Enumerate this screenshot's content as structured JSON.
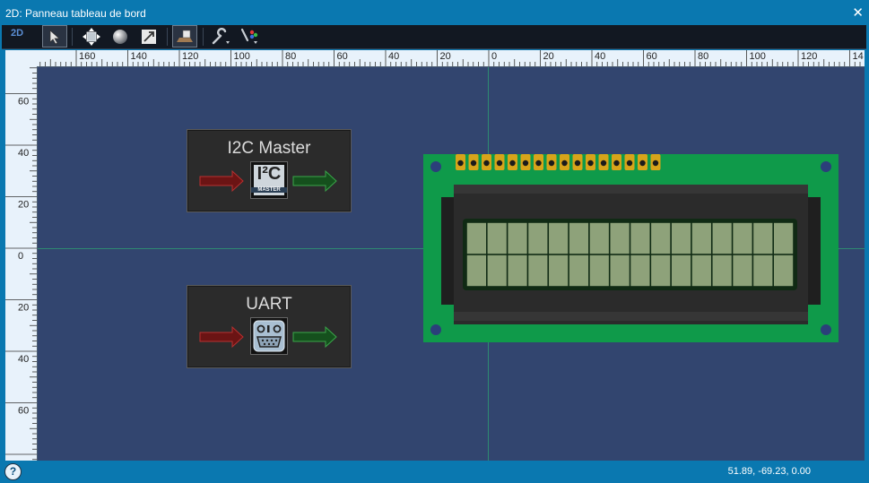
{
  "window": {
    "title": "2D: Panneau tableau de bord",
    "close_glyph": "✕"
  },
  "toolbar": {
    "mode_label": "2D",
    "tools": [
      {
        "name": "select-arrow-icon",
        "selected": true
      },
      {
        "name": "move-icon",
        "selected": false
      },
      {
        "name": "sphere-icon",
        "selected": false
      },
      {
        "name": "resize-icon",
        "selected": false
      },
      {
        "name": "layers-icon",
        "selected": false
      },
      {
        "name": "wrench-icon",
        "selected": false
      },
      {
        "name": "paint-brush-icon",
        "selected": false
      }
    ]
  },
  "ruler": {
    "top_labels": [
      "160",
      "140",
      "120",
      "100",
      "80",
      "60",
      "40",
      "20",
      "0",
      "20",
      "40",
      "60",
      "80",
      "100",
      "120",
      "14"
    ],
    "left_labels": [
      "60",
      "40",
      "20",
      "0",
      "20",
      "40",
      "60"
    ]
  },
  "modules": [
    {
      "title": "I2C Master",
      "icon": "i2c-master-icon",
      "icon_text": "I²C",
      "icon_sub": "MASTER"
    },
    {
      "title": "UART",
      "icon": "serial-port-icon"
    }
  ],
  "lcd": {
    "columns": 16,
    "rows": 2,
    "pins": 16,
    "colors": {
      "pcb": "#0f9a4a",
      "bezel": "#2b2b2b",
      "screen": "#8ea27a",
      "pin": "#d7a41a"
    }
  },
  "status": {
    "coordinates": "51.89, -69.23, 0.00",
    "help_glyph": "?"
  }
}
